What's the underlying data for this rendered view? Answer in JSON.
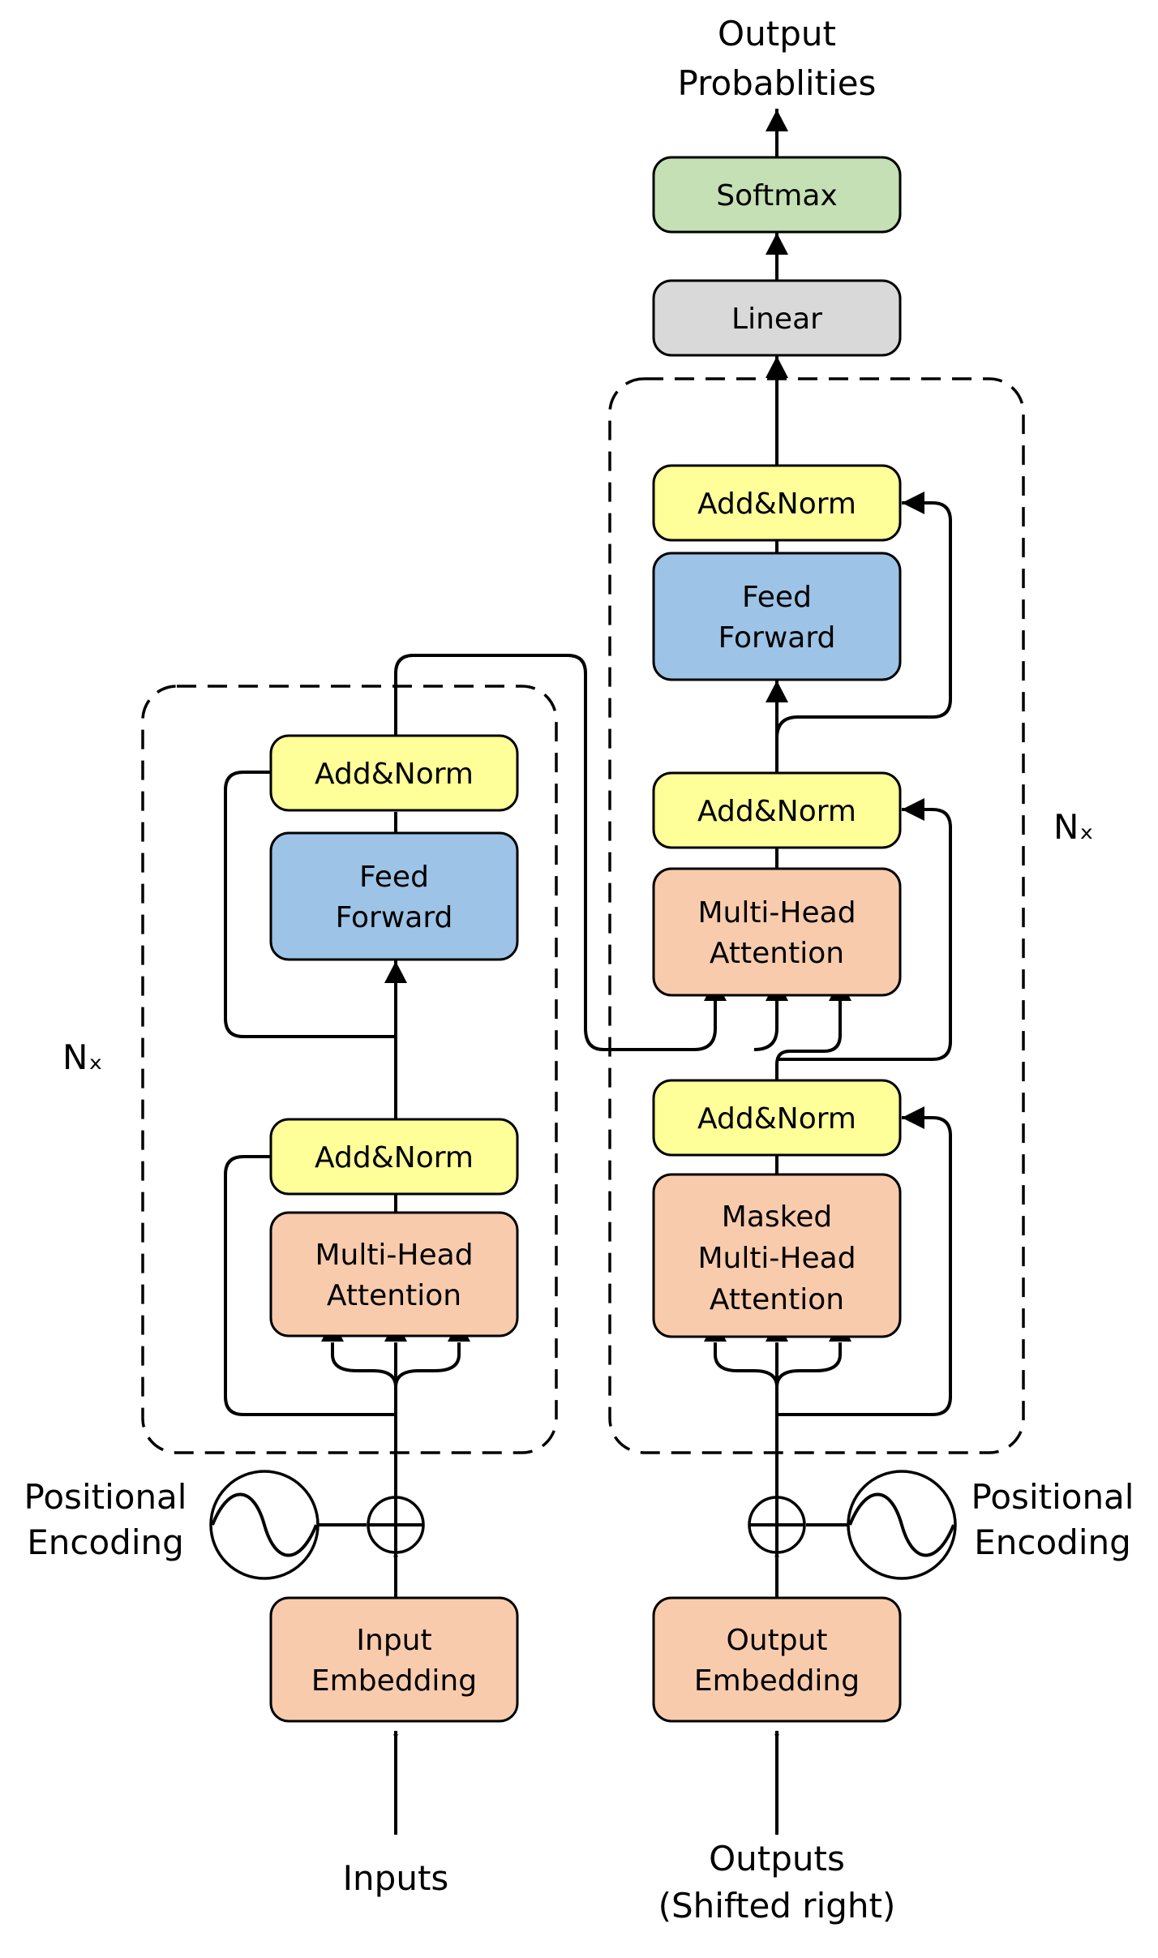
{
  "encoder": {
    "input_embedding": [
      "Input",
      "Embedding"
    ],
    "multi_head_attention": [
      "Multi-Head",
      "Attention"
    ],
    "add_norm_1": "Add&Norm",
    "feed_forward": [
      "Feed",
      "Forward"
    ],
    "add_norm_2": "Add&Norm",
    "repeat_label": "Nₓ",
    "positional_encoding": [
      "Positional",
      "Encoding"
    ],
    "inputs_label": "Inputs"
  },
  "decoder": {
    "output_embedding": [
      "Output",
      "Embedding"
    ],
    "masked_attention": [
      "Masked",
      "Multi-Head",
      "Attention"
    ],
    "add_norm_1": "Add&Norm",
    "multi_head_attention": [
      "Multi-Head",
      "Attention"
    ],
    "add_norm_2": "Add&Norm",
    "feed_forward": [
      "Feed",
      "Forward"
    ],
    "add_norm_3": "Add&Norm",
    "repeat_label": "Nₓ",
    "positional_encoding": [
      "Positional",
      "Encoding"
    ],
    "outputs_label": [
      "Outputs",
      "(Shifted right)"
    ]
  },
  "head": {
    "linear": "Linear",
    "softmax": "Softmax",
    "output_label": [
      "Output",
      "Probablities"
    ]
  },
  "colors": {
    "embedding": "#f8cbad",
    "attention": "#f8cbad",
    "add_norm": "#ffff99",
    "feed_forward": "#9dc3e6",
    "linear": "#d9d9d9",
    "softmax": "#c5e0b4"
  }
}
